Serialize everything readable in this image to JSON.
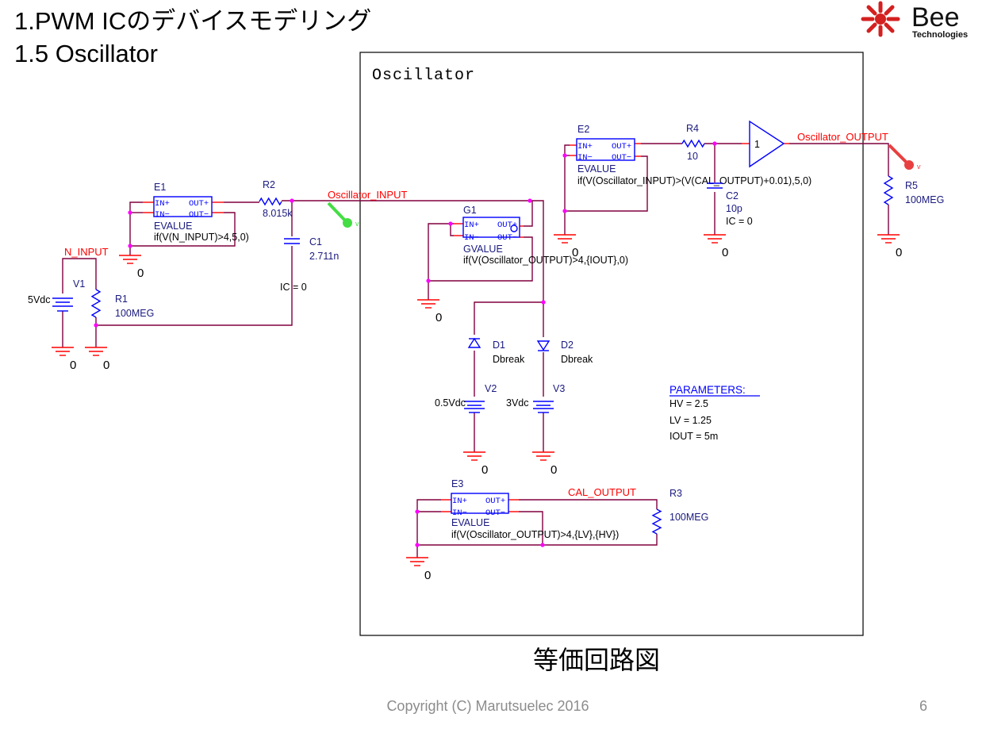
{
  "slide": {
    "title_line1": "1.PWM ICのデバイスモデリング",
    "title_line2": "1.5 Oscillator",
    "caption": "等価回路図",
    "copyright": "Copyright (C) Marutsuelec 2016",
    "page_number": "6",
    "logo": {
      "name": "Bee",
      "sub": "Technologies",
      "color": "#d42020"
    }
  },
  "schematic": {
    "block_title": "Oscillator",
    "nets": {
      "n_input": "N_INPUT",
      "osc_input": "Oscillator_INPUT",
      "osc_output": "Oscillator_OUTPUT",
      "cal_output": "CAL_OUTPUT"
    },
    "probe_label": "v",
    "ground_label": "0",
    "pins": {
      "in_p": "IN+",
      "in_n": "IN−",
      "out_p": "OUT+",
      "out_n": "OUT−"
    },
    "components": {
      "V1": {
        "ref": "V1",
        "value": "5Vdc"
      },
      "R1": {
        "ref": "R1",
        "value": "100MEG"
      },
      "E1": {
        "ref": "E1",
        "type": "EVALUE",
        "expr": "if(V(N_INPUT)>4,5,0)"
      },
      "R2": {
        "ref": "R2",
        "value": "8.015k"
      },
      "C1": {
        "ref": "C1",
        "value": "2.711n",
        "ic": "IC = 0"
      },
      "G1": {
        "ref": "G1",
        "type": "GVALUE",
        "expr": "if(V(Oscillator_OUTPUT)>4,{IOUT},0)"
      },
      "E2": {
        "ref": "E2",
        "type": "EVALUE",
        "expr": "if(V(Oscillator_INPUT)>(V(CAL_OUTPUT)+0.01),5,0)"
      },
      "R4": {
        "ref": "R4",
        "value": "10"
      },
      "C2": {
        "ref": "C2",
        "value": "10p",
        "ic": "IC = 0"
      },
      "U1": {
        "gain": "1"
      },
      "R5": {
        "ref": "R5",
        "value": "100MEG"
      },
      "D1": {
        "ref": "D1",
        "value": "Dbreak"
      },
      "D2": {
        "ref": "D2",
        "value": "Dbreak"
      },
      "V2": {
        "ref": "V2",
        "value": "0.5Vdc"
      },
      "V3": {
        "ref": "V3",
        "value": "3Vdc"
      },
      "E3": {
        "ref": "E3",
        "type": "EVALUE",
        "expr": "if(V(Oscillator_OUTPUT)>4,{LV},{HV})"
      },
      "R3": {
        "ref": "R3",
        "value": "100MEG"
      }
    },
    "parameters": {
      "heading": "PARAMETERS:",
      "items": [
        "HV = 2.5",
        "LV = 1.25",
        "IOUT = 5m"
      ]
    },
    "colors": {
      "wire": "#80003f",
      "pin": "#ff0000",
      "component": "#0000ff",
      "junction": "#ff00ff",
      "probe_input": "#44dd44",
      "probe_output": "#e84040"
    }
  }
}
